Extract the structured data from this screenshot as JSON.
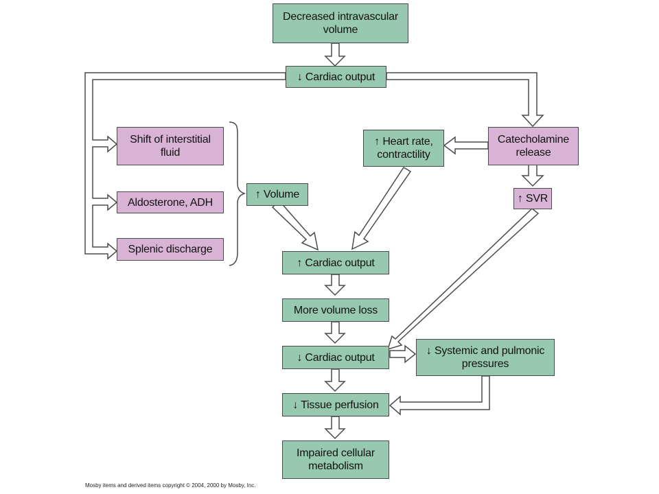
{
  "boxes": {
    "decreased_volume": "Decreased intravascular\nvolume",
    "cardiac_output_down_1": "↓ Cardiac output",
    "shift_interstitial": "Shift of interstitial\nfluid",
    "aldosterone_adh": "Aldosterone, ADH",
    "splenic_discharge": "Splenic discharge",
    "volume_up": "↑ Volume",
    "heart_rate_up": "↑ Heart rate,\ncontractility",
    "catecholamine": "Catecholamine\nrelease",
    "svr_up": "↑ SVR",
    "cardiac_output_up": "↑ Cardiac output",
    "more_volume_loss": "More volume loss",
    "cardiac_output_down_2": "↓ Cardiac output",
    "systemic_pressures": "↓ Systemic and pulmonic\npressures",
    "tissue_perfusion": "↓ Tissue perfusion",
    "impaired_metabolism": "Impaired cellular\nmetabolism"
  },
  "colors": {
    "green_box": "#96c9b0",
    "purple_box": "#d9b3d6",
    "outline": "#4a4a4a"
  },
  "copyright": "Mosby items and derived items copyright © 2004, 2000 by Mosby, Inc."
}
